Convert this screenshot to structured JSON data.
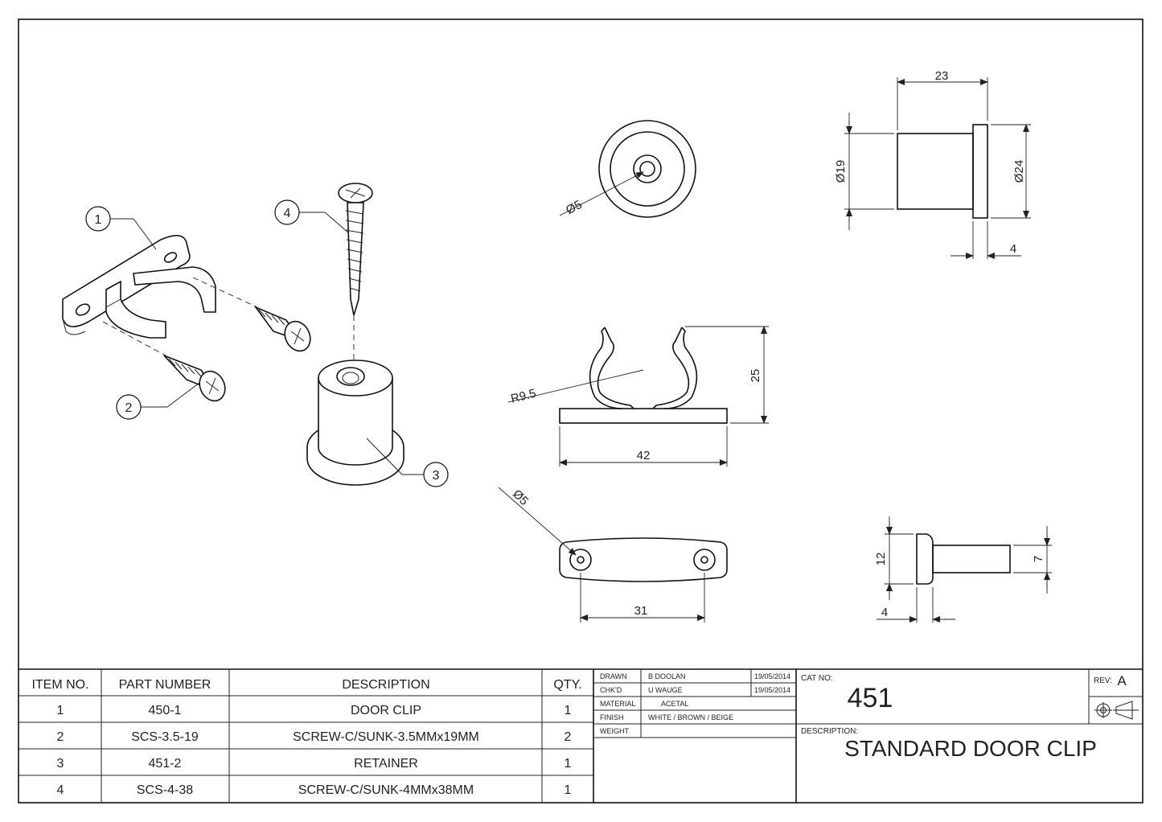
{
  "drawing": {
    "balloons": [
      "1",
      "2",
      "3",
      "4"
    ],
    "dimensions": {
      "d_top_center": "Ø5",
      "d_width": "23",
      "d_inner": "Ø19",
      "d_outer": "Ø24",
      "d_flange": "4",
      "d_radius": "R9.5",
      "d_height": "25",
      "d_base": "42",
      "d_hole": "Ø5",
      "d_holes": "31",
      "d_side_h": "12",
      "d_side_pin": "7",
      "d_side_flange": "4"
    }
  },
  "bom": {
    "headers": {
      "item": "ITEM NO.",
      "part": "PART NUMBER",
      "desc": "DESCRIPTION",
      "qty": "QTY."
    },
    "rows": [
      {
        "item": "1",
        "part": "450-1",
        "desc": "DOOR CLIP",
        "qty": "1"
      },
      {
        "item": "2",
        "part": "SCS-3.5-19",
        "desc": "SCREW-C/SUNK-3.5MMx19MM",
        "qty": "2"
      },
      {
        "item": "3",
        "part": "451-2",
        "desc": "RETAINER",
        "qty": "1"
      },
      {
        "item": "4",
        "part": "SCS-4-38",
        "desc": "SCREW-C/SUNK-4MMx38MM",
        "qty": "1"
      }
    ]
  },
  "title_block": {
    "drawn_label": "DRAWN",
    "drawn_name": "B DOOLAN",
    "drawn_date": "19/05/2014",
    "checked_label": "CHK'D",
    "checked_name": "U WAUGE",
    "checked_date": "19/05/2014",
    "material_label": "MATERIAL",
    "material_value": "ACETAL",
    "finish_label": "FINISH",
    "finish_value": "WHITE / BROWN / BEIGE",
    "weight_label": "WEIGHT",
    "weight_value": "",
    "cat_label": "CAT NO:",
    "cat_value": "451",
    "rev_label": "REV:",
    "rev_value": "A",
    "desc_label": "DESCRIPTION:",
    "desc_value": "STANDARD DOOR CLIP"
  }
}
